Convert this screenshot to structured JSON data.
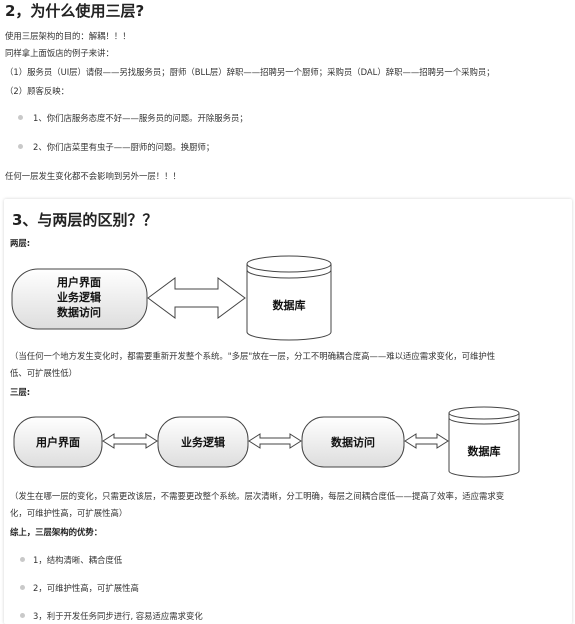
{
  "section2": {
    "title": "2，为什么使用三层?",
    "purpose": "使用三层架构的目的：解耦！！！",
    "example_intro": "同样拿上面饭店的例子来讲：",
    "item1": "（1）服务员（UI层）请假——另找服务员；厨师（BLL层）辞职——招聘另一个厨师；采购员（DAL）辞职——招聘另一个采购员；",
    "item2": "（2）顾客反映：",
    "bullets": [
      "1、你们店服务态度不好——服务员的问题。开除服务员；",
      "2、你们店菜里有虫子——厨师的问题。换厨师；"
    ],
    "conclusion": "任何一层发生变化都不会影响到另外一层！！！"
  },
  "section3": {
    "title": "3、与两层的区别？？",
    "two_layer_label": "两层:",
    "two_layer_diagram": {
      "box_lines": [
        "用户界面",
        "业务逻辑",
        "数据访问"
      ],
      "db_label": "数据库"
    },
    "two_layer_note_line1": "（当任何一个地方发生变化时，都需要重新开发整个系统。\"多层\"放在一层，分工不明确耦合度高——难以适应需求变化，可维护性",
    "two_layer_note_line2": "低、可扩展性低）",
    "three_layer_label": "三层:",
    "three_layer_diagram": {
      "boxes": [
        "用户界面",
        "业务逻辑",
        "数据访问"
      ],
      "db_label": "数据库"
    },
    "three_layer_note_line1": "（发生在哪一层的变化，只需更改该层，不需要更改整个系统。层次清晰，分工明确，每层之间耦合度低——提高了效率，适应需求变",
    "three_layer_note_line2": "化，可维护性高，可扩展性高）",
    "summary_label": "综上，三层架构的优势：",
    "advantages": [
      "1，结构清晰、耦合度低",
      "2，可维护性高，可扩展性高",
      "3，利于开发任务同步进行, 容易适应需求变化"
    ]
  }
}
